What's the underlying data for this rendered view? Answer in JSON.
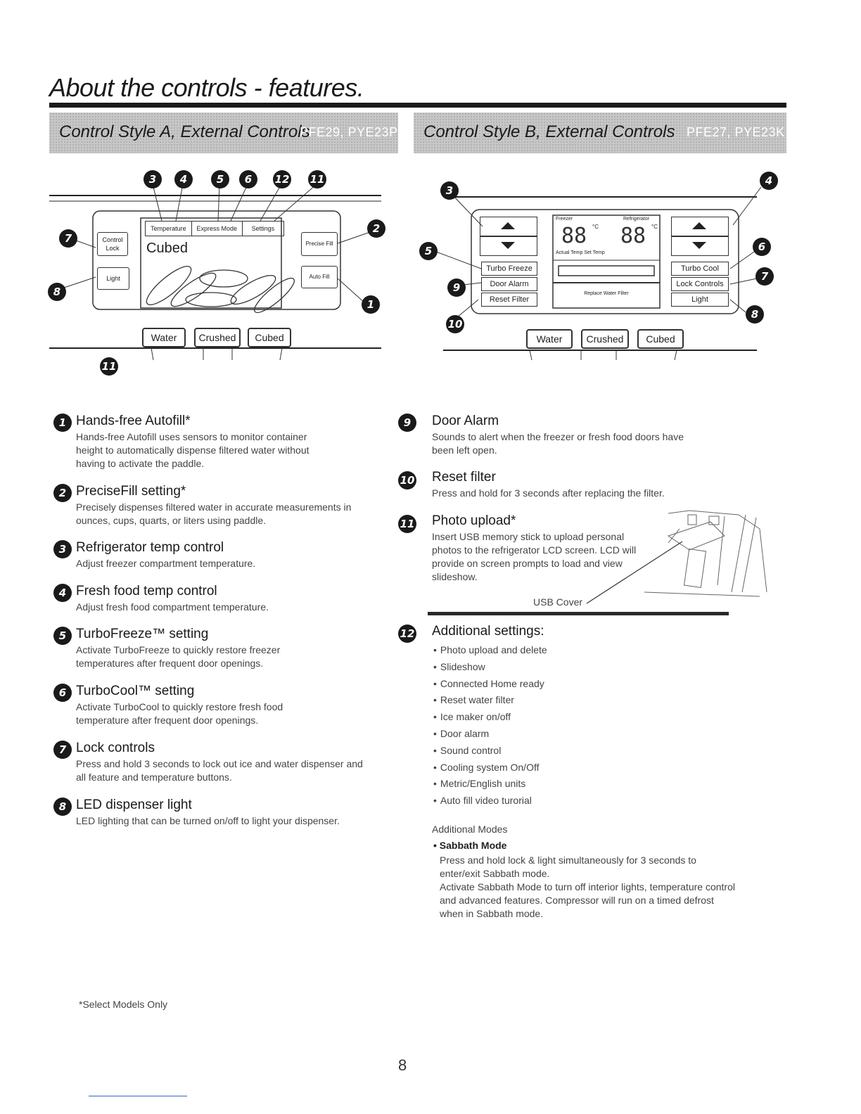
{
  "page": {
    "title": "About the controls - features.",
    "page_number": "8",
    "footnote": "*Select Models Only"
  },
  "style_a": {
    "title": "Control Style A, External Controls",
    "models": "PFE29, PYE23P",
    "tabs": [
      "Temperature",
      "Express Mode",
      "Settings"
    ],
    "screen_text": "Cubed",
    "left_buttons": [
      "Control Lock",
      "Light"
    ],
    "right_buttons": [
      "Precise Fill",
      "Auto Fill"
    ],
    "dispense_buttons": [
      "Water",
      "Crushed",
      "Cubed"
    ],
    "callouts_top": [
      "3",
      "4",
      "5",
      "6",
      "12",
      "11"
    ],
    "callouts_other": [
      "7",
      "8",
      "2",
      "1",
      "11"
    ]
  },
  "style_b": {
    "title": "Control Style B, External Controls",
    "models": "PFE27, PYE23K",
    "freezer_label": "Freezer",
    "refrigerator_label": "Refrigerator",
    "digits": "88",
    "unit": "°C",
    "temp_caption": "Actual Temp Set Temp",
    "filter_caption": "Replace Water Filter",
    "left_buttons": [
      "Turbo Freeze",
      "Door Alarm",
      "Reset Filter"
    ],
    "right_buttons": [
      "Turbo Cool",
      "Lock Controls",
      "Light"
    ],
    "dispense_buttons": [
      "Water",
      "Crushed",
      "Cubed"
    ],
    "callouts": [
      "3",
      "4",
      "5",
      "6",
      "9",
      "7",
      "10",
      "8"
    ]
  },
  "features_left": [
    {
      "num": "1",
      "title": "Hands-free Autofill*",
      "body": "Hands-free Autofill uses sensors to monitor container height to automatically dispense filtered water without having to activate the paddle."
    },
    {
      "num": "2",
      "title": "PreciseFill setting*",
      "body": "Precisely dispenses filtered water in accurate measurements in ounces, cups, quarts, or liters using paddle."
    },
    {
      "num": "3",
      "title": "Refrigerator temp control",
      "body": "Adjust freezer compartment temperature."
    },
    {
      "num": "4",
      "title": "Fresh food temp control",
      "body": "Adjust fresh food compartment temperature."
    },
    {
      "num": "5",
      "title": "TurboFreeze™ setting",
      "body": "Activate TurboFreeze to quickly restore freezer temperatures after frequent door openings."
    },
    {
      "num": "6",
      "title": "TurboCool™ setting",
      "body": "Activate TurboCool to quickly restore fresh food temperature after frequent door openings."
    },
    {
      "num": "7",
      "title": "Lock controls",
      "body": "Press and hold 3 seconds to lock out ice and water dispenser and all feature and temperature buttons."
    },
    {
      "num": "8",
      "title": "LED dispenser light",
      "body": "LED lighting that can be turned on/off to light your dispenser."
    }
  ],
  "features_right": [
    {
      "num": "9",
      "title": "Door Alarm",
      "body": "Sounds to alert when the freezer or fresh food doors have been left open."
    },
    {
      "num": "10",
      "title": "Reset filter",
      "body": "Press and hold for 3 seconds after replacing the filter."
    },
    {
      "num": "11",
      "title": "Photo upload*",
      "body": "Insert USB memory stick to upload personal photos to the refrigerator LCD screen. LCD will provide on screen prompts to load and view slideshow."
    }
  ],
  "usb_label": "USB Cover",
  "additional": {
    "num": "12",
    "title": "Additional settings:",
    "items": [
      "Photo upload and delete",
      "Slideshow",
      "Connected Home ready",
      "Reset water filter",
      "Ice maker on/off",
      "Door alarm",
      "Sound control",
      "Cooling system On/Off",
      "Metric/English units",
      "Auto fill video turorial"
    ],
    "modes_heading": "Additional Modes",
    "mode_name": "Sabbath Mode",
    "mode_text_1": "Press and hold lock & light simultaneously for 3 seconds to enter/exit Sabbath mode.",
    "mode_text_2": "Activate Sabbath Mode to turn off interior lights, temperature control and advanced features. Compressor will run on a timed defrost when in Sabbath mode."
  }
}
